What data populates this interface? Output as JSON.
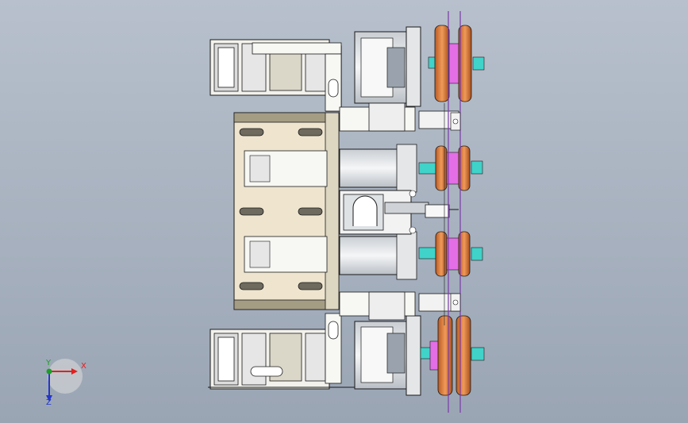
{
  "viewport": {
    "background_top": "#b7c0cc",
    "background_bottom": "#9aa5b4"
  },
  "colors": {
    "frame": "#f2f1ec",
    "plate": "#efe5cf",
    "plate_dark": "#a59c84",
    "motor_body": "#e9ecef",
    "steel": "#cfd3d8",
    "outline": "#1a1a1a",
    "orange_pulley": "#d77a3c",
    "magenta_hub": "#e36ee6",
    "cyan_shaft": "#40d3c9",
    "purple_line": "#7a3aa8"
  },
  "triad": {
    "x_label": "X",
    "y_label": "Y",
    "z_label": "Z",
    "x_color": "#e02020",
    "y_color": "#1f9d2a",
    "z_color": "#2536c9"
  }
}
